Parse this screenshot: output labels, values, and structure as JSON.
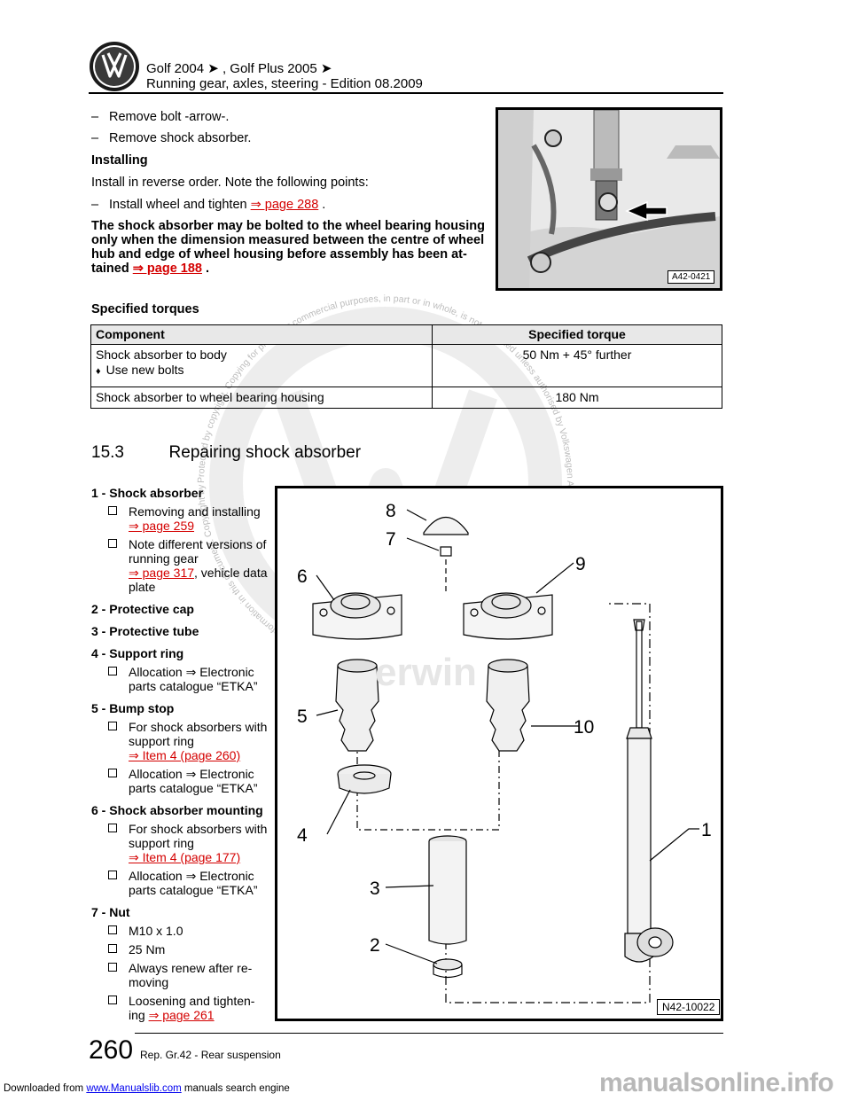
{
  "header": {
    "line1": "Golf 2004 ➤ , Golf Plus 2005 ➤",
    "line2": "Running gear, axles, steering - Edition 08.2009"
  },
  "steps_top": [
    "Remove bolt -arrow-.",
    "Remove shock absorber."
  ],
  "installing": {
    "heading": "Installing",
    "intro": "Install in reverse order. Note the following points:",
    "step_prefix": "Install wheel and tighten",
    "step_link": "⇒ page 288",
    "step_suffix": ".",
    "note_line1": "The shock absorber may be bolted to the wheel bearing housing",
    "note_line2": "only when the dimension measured between the centre of wheel",
    "note_line3": "hub and edge of wheel housing before assembly has been at-",
    "note_line4_prefix": "tained",
    "note_link": "⇒ page 188",
    "note_suffix": "."
  },
  "photo": {
    "code": "A42-0421"
  },
  "torques": {
    "heading": "Specified torques",
    "col_component": "Component",
    "col_torque": "Specified torque",
    "rows": [
      {
        "component": "Shock absorber to body",
        "bullet": "Use new bolts",
        "torque": "50 Nm + 45° further"
      },
      {
        "component": "Shock absorber to wheel bearing housing",
        "bullet": "",
        "torque": "180 Nm"
      }
    ]
  },
  "section": {
    "number": "15.3",
    "title": "Repairing shock absorber"
  },
  "legend": [
    {
      "head": "1 - Shock absorber",
      "subs": [
        {
          "text": "Removing and installing",
          "link": "⇒ page 259",
          "after": ""
        },
        {
          "text": "Note different versions of running gear",
          "link": "⇒ page 317",
          "after": ", vehicle data plate"
        }
      ]
    },
    {
      "head": "2 - Protective cap",
      "subs": []
    },
    {
      "head": "3 - Protective tube",
      "subs": []
    },
    {
      "head": "4 - Support ring",
      "subs": [
        {
          "text": "Allocation ⇒ Electronic parts catalogue “ETKA”",
          "link": "",
          "after": ""
        }
      ]
    },
    {
      "head": "5 - Bump stop",
      "subs": [
        {
          "text": "For shock absorbers with support ring",
          "link": "⇒ Item 4 (page 260)",
          "after": ""
        },
        {
          "text": "Allocation ⇒ Electronic parts catalogue “ETKA”",
          "link": "",
          "after": ""
        }
      ]
    },
    {
      "head": "6 - Shock absorber mounting",
      "subs": [
        {
          "text": "For shock absorbers with support ring",
          "link": "⇒ Item 4 (page 177)",
          "after": ""
        },
        {
          "text": "Allocation ⇒ Electronic parts catalogue “ETKA”",
          "link": "",
          "after": ""
        }
      ]
    },
    {
      "head": "7 - Nut",
      "subs": [
        {
          "text": "M10 x 1.0",
          "link": "",
          "after": ""
        },
        {
          "text": "25 Nm",
          "link": "",
          "after": ""
        },
        {
          "text": "Always renew after re-moving",
          "link": "",
          "after": ""
        },
        {
          "text": "Loosening and tighten-ing",
          "link": "⇒ page 261",
          "after": ""
        }
      ]
    }
  ],
  "drawing": {
    "code": "N42-10022",
    "labels": [
      "1",
      "2",
      "3",
      "4",
      "5",
      "6",
      "7",
      "8",
      "9",
      "10"
    ],
    "watermark_word": "erwin"
  },
  "footer": {
    "page_number": "260",
    "text": "Rep. Gr.42 - Rear suspension"
  },
  "download": {
    "prefix": "Downloaded from",
    "link": "www.Manualslib.com",
    "suffix": "manuals search engine",
    "brand": "manualsonline.info"
  },
  "watermark_text": "Protected by copyright. Copying for private or commercial purposes, in part or in whole, is not permitted unless authorised by Volkswagen AG. Volkswagen AG does not guarantee or accept any liability with respect to the correctness of information in this document. Copyright by Volkswagen AG."
}
